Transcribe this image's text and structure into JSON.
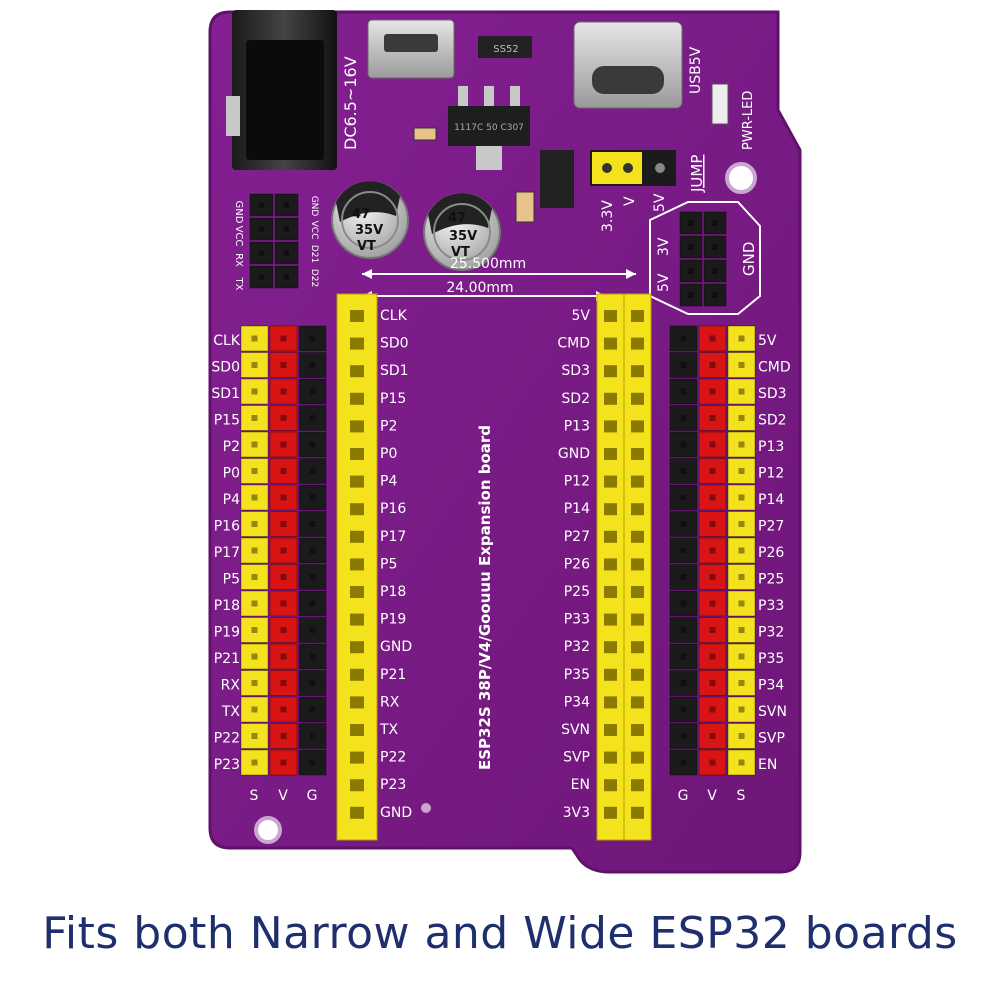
{
  "caption": "Fits both Narrow and Wide ESP32 boards",
  "board": {
    "title": "ESP32S 38P/V4/Goouuu Expansion board",
    "colors": {
      "pcb": "#7a1a86",
      "pcb_edge": "#5e1268",
      "silk": "#ffffff",
      "header_yellow": "#f4e21c",
      "header_red": "#d91414",
      "header_black": "#1b1b1b"
    },
    "dc_jack_label": "DC6.5~16V",
    "usb_label": "USB5V",
    "pwr_led_label": "PWR-LED",
    "jump_label": "JUMP",
    "jumper_options": [
      "3.3V",
      "V",
      "5V"
    ],
    "side_rail_labels": [
      "5V",
      "3V",
      "GND"
    ],
    "regulator_label": "1117C 50 C307",
    "diode_label": "SS52",
    "capacitors": [
      {
        "value": "47",
        "voltage": "35V",
        "series": "VT"
      },
      {
        "value": "47",
        "voltage": "35V",
        "series": "VT"
      }
    ],
    "dim_wide": "25.500mm",
    "dim_narrow": "24.00mm",
    "uart_header_outer": [
      "GND",
      "VCC",
      "RX",
      "TX"
    ],
    "uart_header_inner": [
      "GND",
      "VCC",
      "D21",
      "D22"
    ],
    "left_pins": [
      "CLK",
      "SD0",
      "SD1",
      "P15",
      "P2",
      "P0",
      "P4",
      "P16",
      "P17",
      "P5",
      "P18",
      "P19",
      "GND",
      "P21",
      "RX",
      "TX",
      "P22",
      "P23",
      "GND"
    ],
    "right_pins": [
      "5V",
      "CMD",
      "SD3",
      "SD2",
      "P13",
      "GND",
      "P12",
      "P14",
      "P27",
      "P26",
      "P25",
      "P33",
      "P32",
      "P35",
      "P34",
      "SVN",
      "SVP",
      "EN",
      "3V3"
    ],
    "left_outer_labels": [
      "CLK",
      "SD0",
      "SD1",
      "P15",
      "P2",
      "P0",
      "P4",
      "P16",
      "P17",
      "P5",
      "P18",
      "P19",
      "P21",
      "RX",
      "TX",
      "P22",
      "P23"
    ],
    "right_outer_labels": [
      "5V",
      "CMD",
      "SD3",
      "SD2",
      "P13",
      "P12",
      "P14",
      "P27",
      "P26",
      "P25",
      "P33",
      "P32",
      "P35",
      "P34",
      "SVN",
      "SVP",
      "EN"
    ],
    "left_rail_foot": [
      "S",
      "V",
      "G"
    ],
    "right_rail_foot": [
      "G",
      "V",
      "S"
    ]
  }
}
